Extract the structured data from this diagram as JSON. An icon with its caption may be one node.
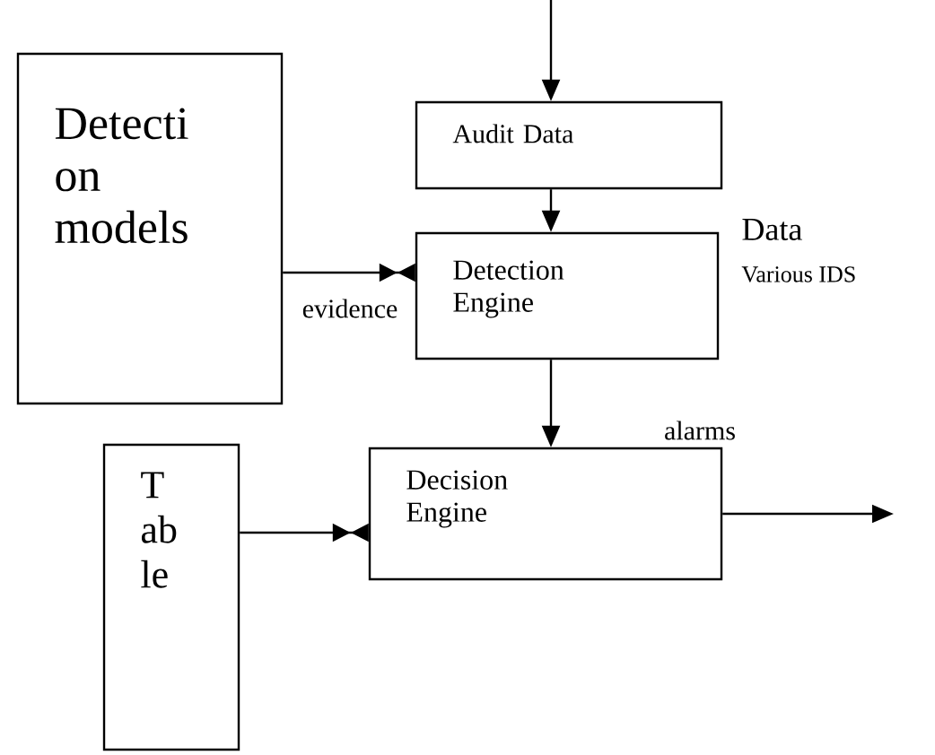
{
  "diagram": {
    "nodes": [
      {
        "text": [
          "Detecti on models"
        ]
      },
      {
        "text": [
          "Audit Data"
        ]
      },
      {
        "text": [
          "Detection Engine"
        ]
      },
      {
        "text": [
          "T ab le"
        ]
      },
      {
        "text": [
          "Decision Engine"
        ]
      }
    ],
    "edges": [
      {
        "from": null,
        "to": 1,
        "arrow": "to"
      },
      {
        "from": 1,
        "to": 2,
        "arrow": "to"
      },
      {
        "from": 0,
        "to": 2,
        "arrow": "to",
        "label": "evidence"
      },
      {
        "from": 2,
        "to": 4,
        "arrow": "to",
        "label": "alarms"
      },
      {
        "from": 3,
        "to": 4,
        "arrow": "to"
      },
      {
        "from": 4,
        "to": null,
        "arrow": "to"
      }
    ],
    "labels": [
      "Data",
      "Various IDS"
    ]
  }
}
